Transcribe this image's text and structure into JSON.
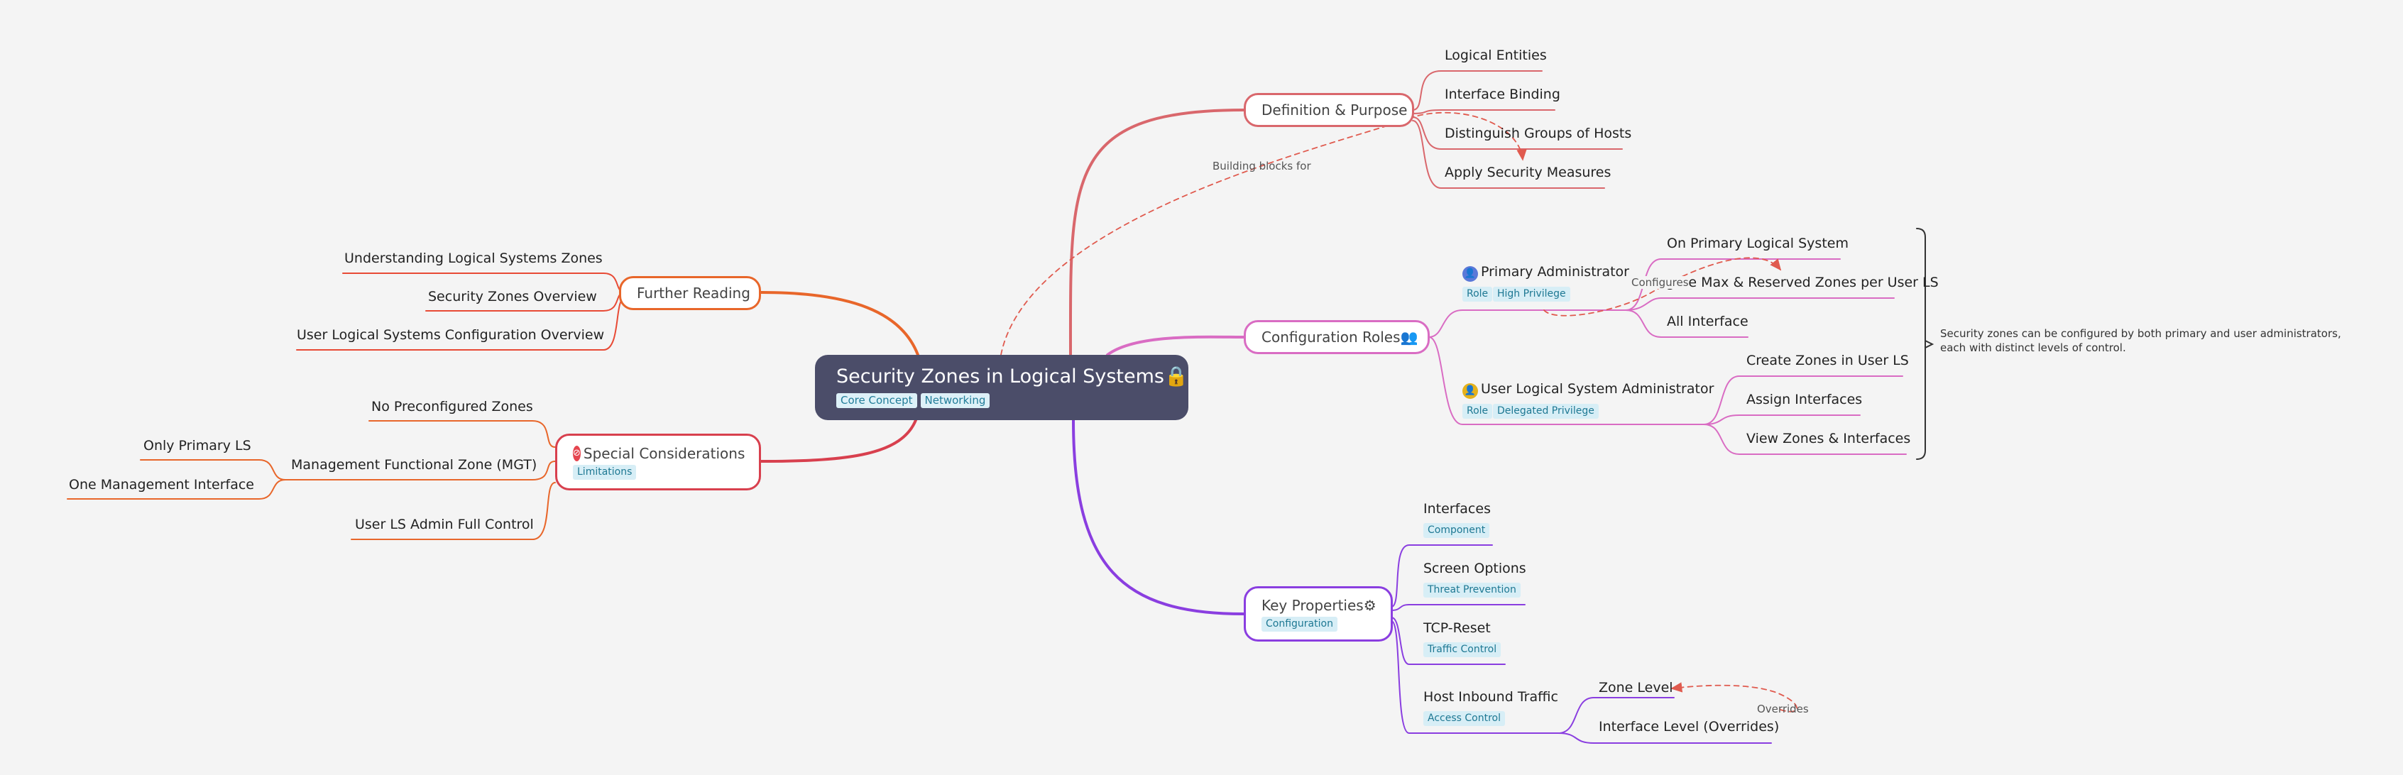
{
  "root": {
    "title": "Security Zones in Logical Systems",
    "icon": "🔒",
    "tags": [
      "Core Concept",
      "Networking"
    ]
  },
  "branches": {
    "definition": {
      "label": "Definition & Purpose",
      "children": [
        "Logical Entities",
        "Interface Binding",
        "Distinguish Groups of Hosts",
        "Apply Security Measures"
      ]
    },
    "config": {
      "label": "Configuration Roles",
      "icon": "👥",
      "primary": {
        "label": "Primary Administrator",
        "tags": [
          "Role",
          "High Privilege"
        ],
        "children": [
          "On Primary Logical System",
          "Configure Max & Reserved Zones per User LS",
          "All Interface"
        ]
      },
      "user": {
        "label": "User Logical System Administrator",
        "tags": [
          "Role",
          "Delegated Privilege"
        ],
        "children": [
          "Create Zones in User LS",
          "Assign Interfaces",
          "View Zones & Interfaces"
        ]
      },
      "note": "Security zones can be configured by both primary and user administrators, each with distinct levels of control."
    },
    "properties": {
      "label": "Key Properties",
      "icon": "⚙",
      "tag": "Configuration",
      "children": [
        {
          "label": "Interfaces",
          "tag": "Component"
        },
        {
          "label": "Screen Options",
          "tag": "Threat Prevention"
        },
        {
          "label": "TCP-Reset",
          "tag": "Traffic Control"
        },
        {
          "label": "Host Inbound Traffic",
          "tag": "Access Control",
          "children": [
            "Zone Level",
            "Interface Level (Overrides)"
          ]
        }
      ]
    },
    "further": {
      "label": "Further Reading",
      "children": [
        "Understanding Logical Systems Zones",
        "Security Zones Overview",
        "User Logical Systems Configuration Overview"
      ]
    },
    "special": {
      "label": "Special Considerations",
      "tag": "Limitations",
      "children": [
        "No Preconfigured Zones",
        "Management Functional Zone (MGT)",
        "User LS Admin Full Control"
      ],
      "mgt_children": [
        "Only Primary LS",
        "One Management Interface"
      ]
    }
  },
  "edge_labels": {
    "building_blocks": "Building blocks for",
    "configures": "Configures",
    "overrides": "Overrides"
  },
  "colors": {
    "definition": "#d9676c",
    "config": "#d96cc3",
    "properties": "#8a3ee0",
    "further": "#e8662a",
    "special": "#d8404e",
    "dashed": "#e05a4e"
  }
}
